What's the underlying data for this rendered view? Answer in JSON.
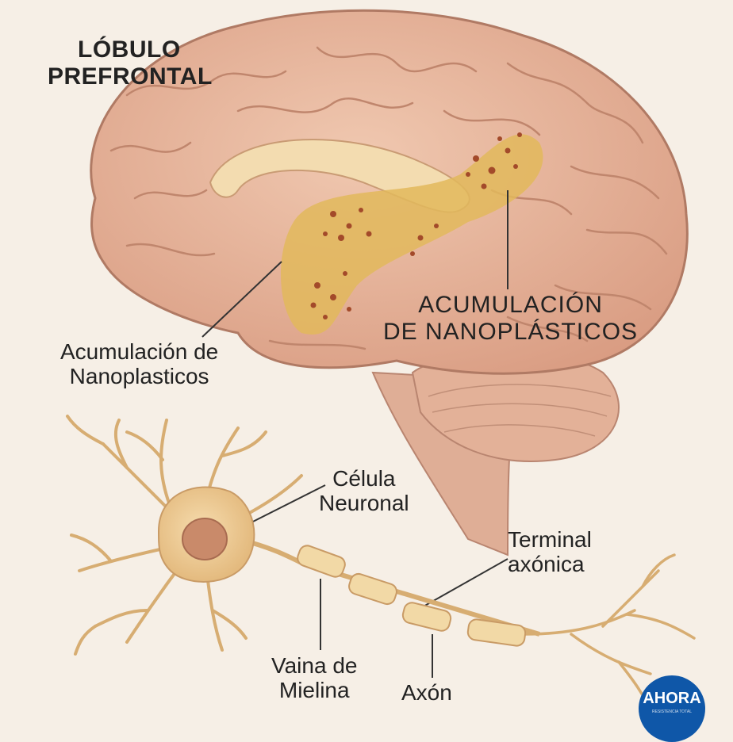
{
  "labels": {
    "prefrontal": [
      "LÓBULO",
      "PREFRONTAL"
    ],
    "accum_left": [
      "Acumulación de",
      "Nanoplasticos"
    ],
    "accum_right": [
      "ACUMULACIÓN",
      "DE NANOPLÁSTICOS"
    ],
    "neuron_cell": [
      "Célula",
      "Neuronal"
    ],
    "axon_terminal": [
      "Terminal",
      "axónica"
    ],
    "myelin": [
      "Vaina de",
      "Mielina"
    ],
    "axon": "Axón"
  },
  "logo": {
    "text": "AHORA",
    "subtext": "RESISTENCIA TOTAL"
  },
  "colors": {
    "background": "#f6efe6",
    "brain": "#e8b9a0",
    "particles": "#a34a2a",
    "deposit": "#d9ad4b",
    "neuron": "#edcf9a",
    "logo": "#0f57a8"
  }
}
